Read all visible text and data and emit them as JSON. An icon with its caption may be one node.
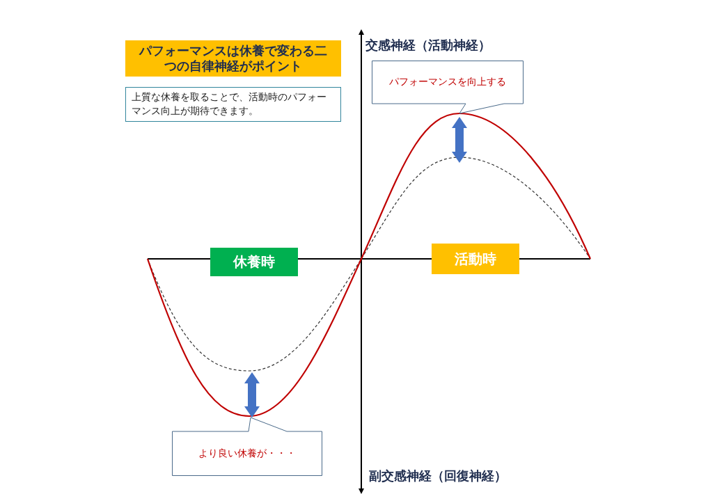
{
  "diagram": {
    "nodes": [
      {
        "text": [
          "パフォーマンスは休養で変わる二つの自律神経がポイント"
        ]
      },
      {
        "text": [
          "上質な休養を取ることで、活動時のパフォーマンス向上が期待できます。"
        ]
      },
      {
        "text": [
          "パフォーマンスを向上する"
        ]
      },
      {
        "text": [
          "休養時"
        ]
      },
      {
        "text": [
          "活動時"
        ]
      },
      {
        "text": [
          "より良い休養が・・・"
        ]
      }
    ],
    "labels": [
      "交感神経（活動神経）",
      "副交感神経（回復神経）"
    ]
  }
}
